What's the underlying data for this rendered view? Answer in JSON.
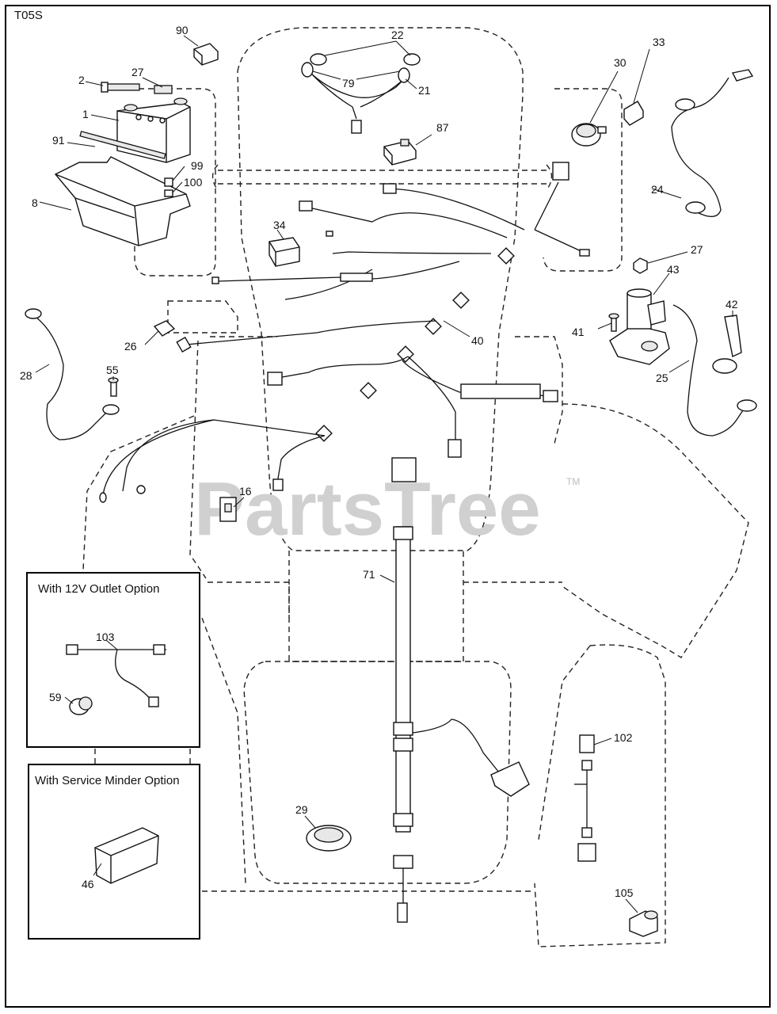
{
  "diagram_code": "T05S",
  "watermark": "PartsTree",
  "watermark_tm": "TM",
  "boxes": {
    "outlet_option": "With 12V Outlet Option",
    "service_minder_option": "With Service Minder Option"
  },
  "callouts": {
    "c90": "90",
    "c22": "22",
    "c33": "33",
    "c27a": "27",
    "c2": "2",
    "c79": "79",
    "c21": "21",
    "c30": "30",
    "c1": "1",
    "c87": "87",
    "c91": "91",
    "c99": "99",
    "c100": "100",
    "c24": "24",
    "c8": "8",
    "c34": "34",
    "c27b": "27",
    "c43": "43",
    "c42": "42",
    "c41": "41",
    "c40": "40",
    "c26": "26",
    "c28": "28",
    "c25": "25",
    "c55": "55",
    "c16": "16",
    "c71": "71",
    "c103": "103",
    "c59": "59",
    "c102": "102",
    "c29": "29",
    "c46": "46",
    "c105": "105"
  }
}
